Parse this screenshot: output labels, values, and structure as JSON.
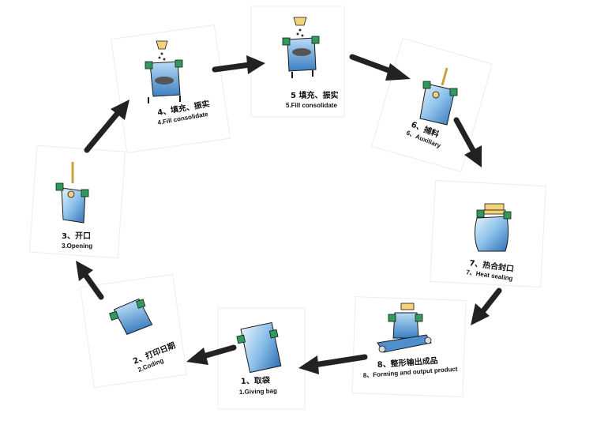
{
  "colors": {
    "arrow": "#222222",
    "bag_light": "#cfe6f8",
    "bag_mid": "#7fb6e4",
    "bag_dark": "#2f6fb3",
    "clip": "#2f9a5a",
    "hopper": "#f3d27a",
    "outline": "#1a1a1a"
  },
  "steps": [
    {
      "id": "giving-bag",
      "cn": "1、取袋",
      "en": "1.Giving bag",
      "icon": "flat-bag-icon"
    },
    {
      "id": "coding",
      "cn": "2、打印日期",
      "en": "2.Coding",
      "icon": "coding-bag-icon"
    },
    {
      "id": "opening",
      "cn": "3、开口",
      "en": "3.Opening",
      "icon": "opening-bag-icon"
    },
    {
      "id": "fill-consolidate-4",
      "cn": "4、填充、振实",
      "en": "4.Fill consolidate",
      "icon": "filling-bag-icon"
    },
    {
      "id": "fill-consolidate-5",
      "cn": "5 填充、振实",
      "en": "5.Fill consolidate",
      "icon": "filling-bag-icon"
    },
    {
      "id": "auxiliary",
      "cn": "6、捕料",
      "en": "6、Auxiliary",
      "icon": "auxiliary-bag-icon"
    },
    {
      "id": "heat-sealing",
      "cn": "7、热合封口",
      "en": "7、Heat sealing",
      "icon": "sealed-bag-icon"
    },
    {
      "id": "forming-output",
      "cn": "8、整形输出成品",
      "en": "8、Forming and output product",
      "icon": "conveyor-bag-icon"
    }
  ]
}
